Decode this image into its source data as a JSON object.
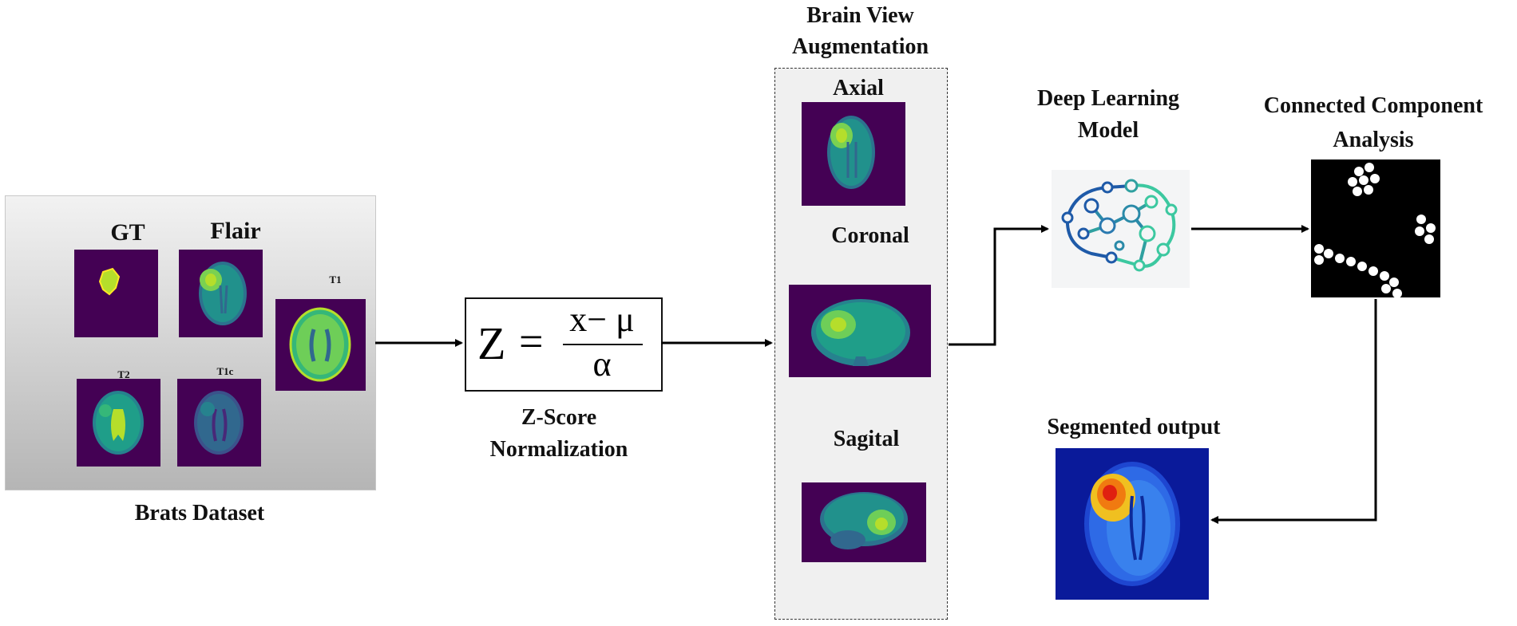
{
  "dataset": {
    "caption": "Brats Dataset",
    "modalities": [
      {
        "label": "GT"
      },
      {
        "label": "Flair"
      },
      {
        "label": "T1"
      },
      {
        "label": "T2"
      },
      {
        "label": "T1c"
      }
    ]
  },
  "normalization": {
    "formula": {
      "lhs": "Z",
      "eq": "=",
      "numerator": "x− μ",
      "denominator": "α"
    },
    "caption_line1": "Z-Score",
    "caption_line2": "Normalization"
  },
  "augmentation": {
    "title_line1": "Brain View",
    "title_line2": "Augmentation",
    "views": [
      {
        "label": "Axial"
      },
      {
        "label": "Coronal"
      },
      {
        "label": "Sagital"
      }
    ]
  },
  "model": {
    "title_line1": "Deep Learning",
    "title_line2": "Model"
  },
  "cca": {
    "title_line1": "Connected Component",
    "title_line2": "Analysis"
  },
  "output": {
    "title": "Segmented output"
  },
  "colors": {
    "viridis_bg": "#440154",
    "arrow": "#000000",
    "seg_bg": "#0a1a9a",
    "network_blue": "#1e5aa8",
    "network_green": "#3cc8a0"
  }
}
